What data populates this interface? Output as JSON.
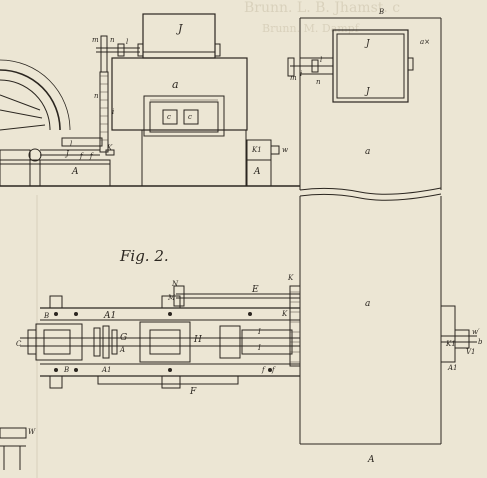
{
  "bleed_text": {
    "line1": "Brunn. L. B. Jhamst. c",
    "line2": "Brunn. M. Dampf"
  },
  "figure": {
    "caption": "Fig. 2."
  },
  "labels": {
    "top_J": "J",
    "top_m": "m",
    "top_n": "n",
    "top_l": "l",
    "top_a": "a",
    "top_n2": "n",
    "top_i": "i",
    "top_K": "K",
    "top_l2": "l",
    "top_J2": "J",
    "top_A": "A",
    "top_c1": "c",
    "top_c2": "c",
    "top_A2": "A",
    "top_K1": "K1",
    "top_w": "w",
    "top_f": "f",
    "top_f2": "f",
    "right_B": "B",
    "right_J": "J",
    "right_J2": "J",
    "right_ax": "a×",
    "right_n": "n",
    "right_m": "m",
    "right_l": "l",
    "right_i": "i",
    "right_a": "a",
    "right_a2": "a",
    "right_K1": "K1",
    "right_wp": "w′",
    "right_b": "b",
    "right_A1": "A1",
    "right_V1": "V1",
    "right_A": "A",
    "bot_N": "N",
    "bot_M": "M",
    "bot_K": "K",
    "bot_K2": "K",
    "bot_E": "E",
    "bot_A1": "A1",
    "bot_G": "G",
    "bot_H": "H",
    "bot_I": "I",
    "bot_I2": "I",
    "bot_A": "A",
    "bot_C": "C",
    "bot_B": "B",
    "bot_B2": "B",
    "bot_F": "F",
    "bot_A1b": "A1",
    "bot_f": "f",
    "bot_f2": "f",
    "bot_W": "W"
  }
}
